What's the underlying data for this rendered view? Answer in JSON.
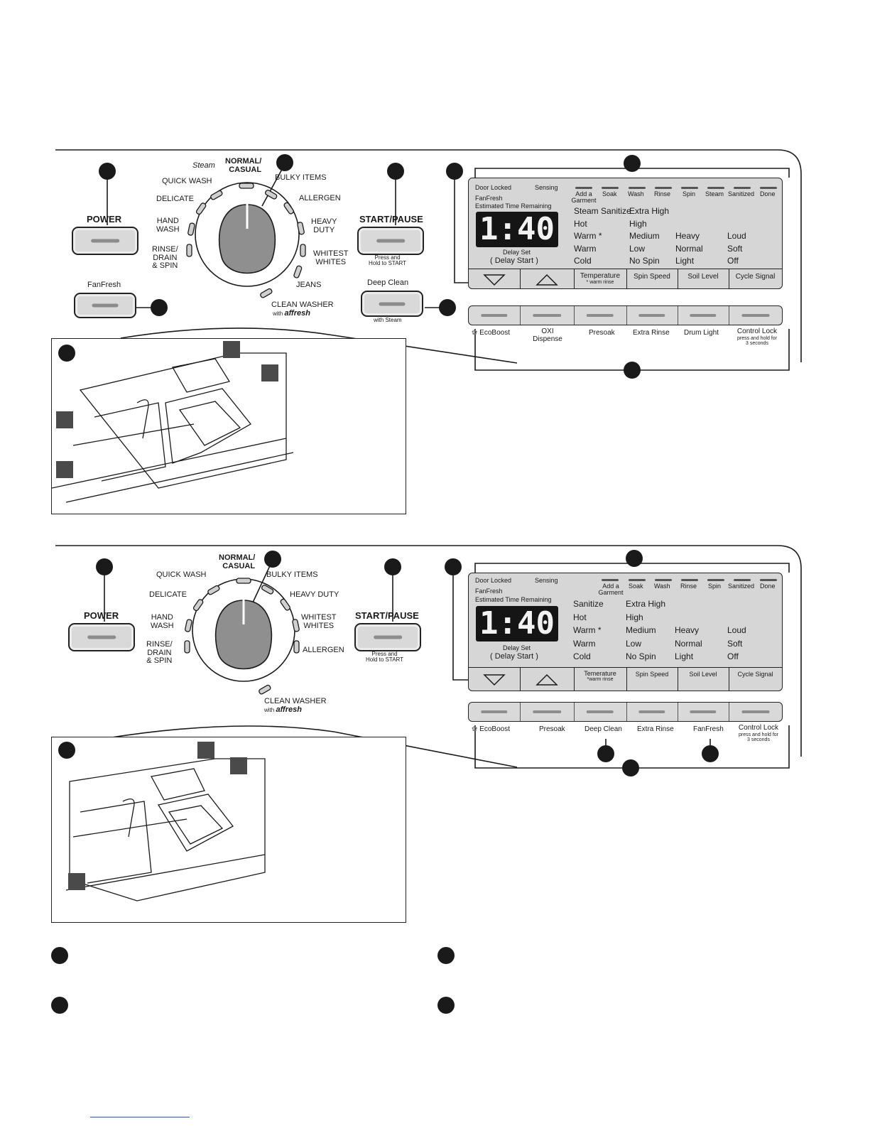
{
  "panel1": {
    "power": "POWER",
    "fanfresh": "FanFresh",
    "dial": {
      "steam": "Steam",
      "normal": "NORMAL/",
      "casual": "CASUAL",
      "quick_wash": "QUICK  WASH",
      "delicate": "DELICATE",
      "hand": "HAND",
      "wash": "WASH",
      "rinse": "RINSE/",
      "drain": "DRAIN",
      "spin": "& SPIN",
      "bulky": "BULKY ITEMS",
      "allergen": "ALLERGEN",
      "heavy": "HEAVY",
      "duty": "DUTY",
      "whitest": "WHITEST",
      "whites": "WHITES",
      "jeans": "JEANS",
      "clean_washer": "CLEAN WASHER",
      "with": "with",
      "affresh": "affresh"
    },
    "start_pause": "START/PAUSE",
    "press_hold_1": "Press and",
    "press_hold_2": "Hold to START",
    "deep_clean": "Deep Clean",
    "with_steam": "with Steam",
    "display": {
      "door_locked": "Door Locked",
      "sensing": "Sensing",
      "fanfresh": "FanFresh",
      "est_time": "Estimated Time Remaining",
      "time": "1:40",
      "delay_set": "Delay Set",
      "delay_start": "Delay Start",
      "status": [
        "Add a Garment",
        "Soak",
        "Wash",
        "Rinse",
        "Spin",
        "Steam",
        "Sanitized",
        "Done"
      ],
      "temperature": [
        "Steam Sanitize",
        "Hot",
        "Warm *",
        "Warm",
        "Cold"
      ],
      "spin_speed": [
        "Extra High",
        "High",
        "Medium",
        "Low",
        "No Spin"
      ],
      "soil_level": [
        "Heavy",
        "Normal",
        "Light"
      ],
      "cycle_signal": [
        "Loud",
        "Soft",
        "Off"
      ],
      "tabs": [
        "Temperature",
        "Spin Speed",
        "Soil Level",
        "Cycle Signal"
      ],
      "warm_rinse": "* warm rinse"
    },
    "options": [
      "EcoBoost",
      "OXI Dispense",
      "Presoak",
      "Extra Rinse",
      "Drum Light",
      "Control Lock"
    ],
    "control_lock_sub": "press and hold for 3 seconds"
  },
  "panel2": {
    "power": "POWER",
    "dial": {
      "normal": "NORMAL/",
      "casual": "CASUAL",
      "quick_wash": "QUICK  WASH",
      "delicate": "DELICATE",
      "hand": "HAND",
      "wash": "WASH",
      "rinse": "RINSE/",
      "drain": "DRAIN",
      "spin": "& SPIN",
      "bulky": "BULKY ITEMS",
      "heavy_duty": "HEAVY DUTY",
      "whitest": "WHITEST",
      "whites": "WHITES",
      "allergen": "ALLERGEN",
      "clean_washer": "CLEAN WASHER",
      "with": "with",
      "affresh": "affresh"
    },
    "start_pause": "START/PAUSE",
    "press_hold_1": "Press and",
    "press_hold_2": "Hold to START",
    "display": {
      "door_locked": "Door Locked",
      "sensing": "Sensing",
      "fanfresh": "FanFresh",
      "est_time": "Estimated Time Remaining",
      "time": "1:40",
      "delay_set": "Delay Set",
      "delay_start": "Delay Start",
      "status": [
        "Add a Garment",
        "Soak",
        "Wash",
        "Rinse",
        "Spin",
        "Sanitized",
        "Done"
      ],
      "temperature": [
        "Sanitize",
        "Hot",
        "Warm *",
        "Warm",
        "Cold"
      ],
      "spin_speed": [
        "Extra High",
        "High",
        "Medium",
        "Low",
        "No Spin"
      ],
      "soil_level": [
        "Heavy",
        "Normal",
        "Light"
      ],
      "cycle_signal": [
        "Loud",
        "Soft",
        "Off"
      ],
      "tabs": [
        "Temerature",
        "Spin Speed",
        "Soil Level",
        "Cycle Signal"
      ],
      "warm_rinse": "*warm rinse"
    },
    "options": [
      "EcoBoost",
      "Presoak",
      "Deep Clean",
      "Extra Rinse",
      "FanFresh",
      "Control Lock"
    ],
    "control_lock_sub": "press and hold for 3 seconds"
  },
  "colors": {
    "button_fill": "#d9d9d9",
    "display_fill": "#d6d6d6",
    "lcd": "#151515",
    "callout": "#1a1a1a",
    "callout_square": "#4a4a4a"
  }
}
